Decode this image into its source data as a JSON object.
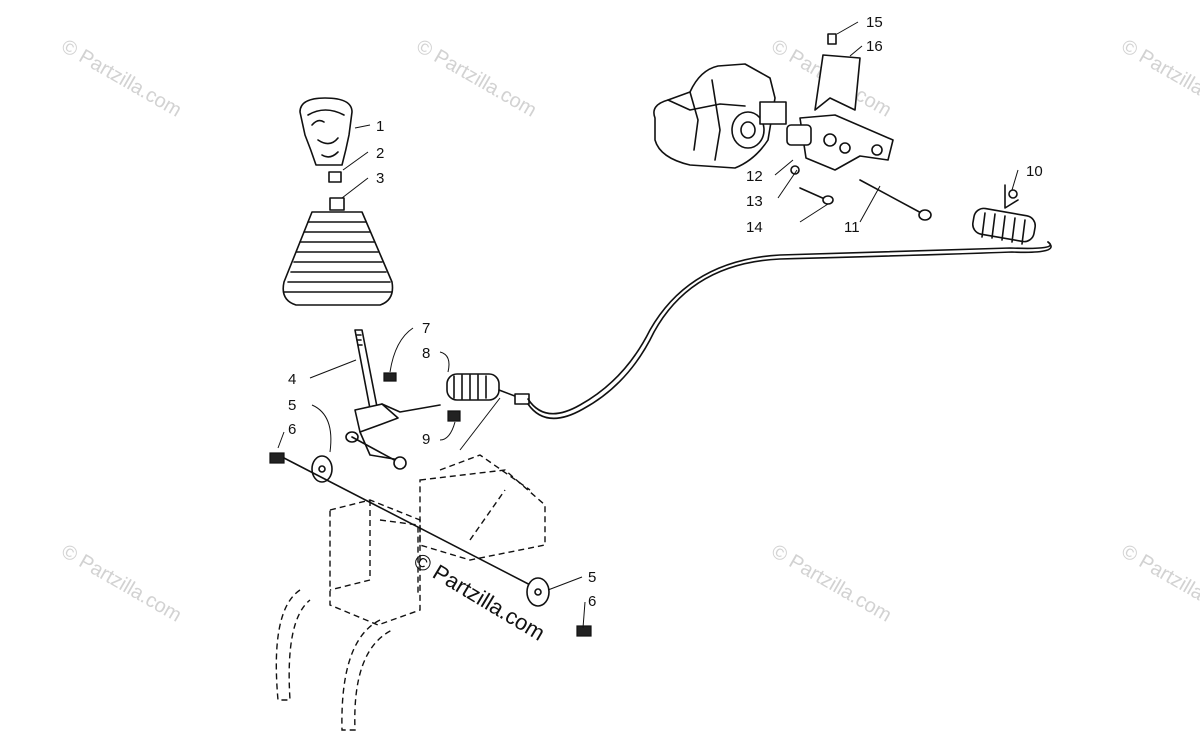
{
  "callouts": [
    "1",
    "2",
    "3",
    "4",
    "5",
    "6",
    "7",
    "8",
    "9",
    "10",
    "11",
    "12",
    "13",
    "14",
    "15",
    "16"
  ],
  "watermark": {
    "main_text": "© Partzilla.com",
    "repeat_text": "© Partzilla.com",
    "color": "#d2d2d2"
  }
}
